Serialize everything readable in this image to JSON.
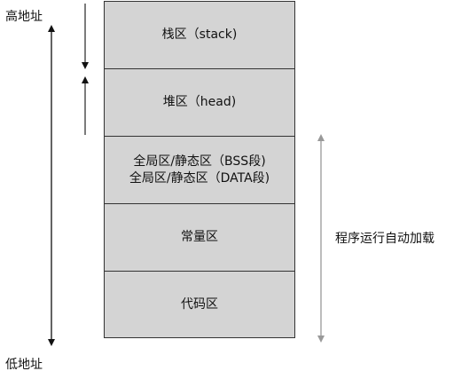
{
  "labels": {
    "high_address": "高地址",
    "low_address": "低地址",
    "runtime_autoload": "程序运行自动加载"
  },
  "segments": [
    {
      "id": "stack",
      "lines": [
        "栈区（stack)"
      ]
    },
    {
      "id": "heap",
      "lines": [
        "堆区（head)"
      ]
    },
    {
      "id": "static",
      "lines": [
        "全局区/静态区（BSS段)",
        "全局区/静态区（DATA段)"
      ]
    },
    {
      "id": "const",
      "lines": [
        "常量区"
      ]
    },
    {
      "id": "code",
      "lines": [
        "代码区"
      ]
    }
  ],
  "colors": {
    "segment_fill": "#d4d4d4",
    "border": "#333333",
    "arrow_dark": "#111111",
    "arrow_gray": "#999999"
  }
}
